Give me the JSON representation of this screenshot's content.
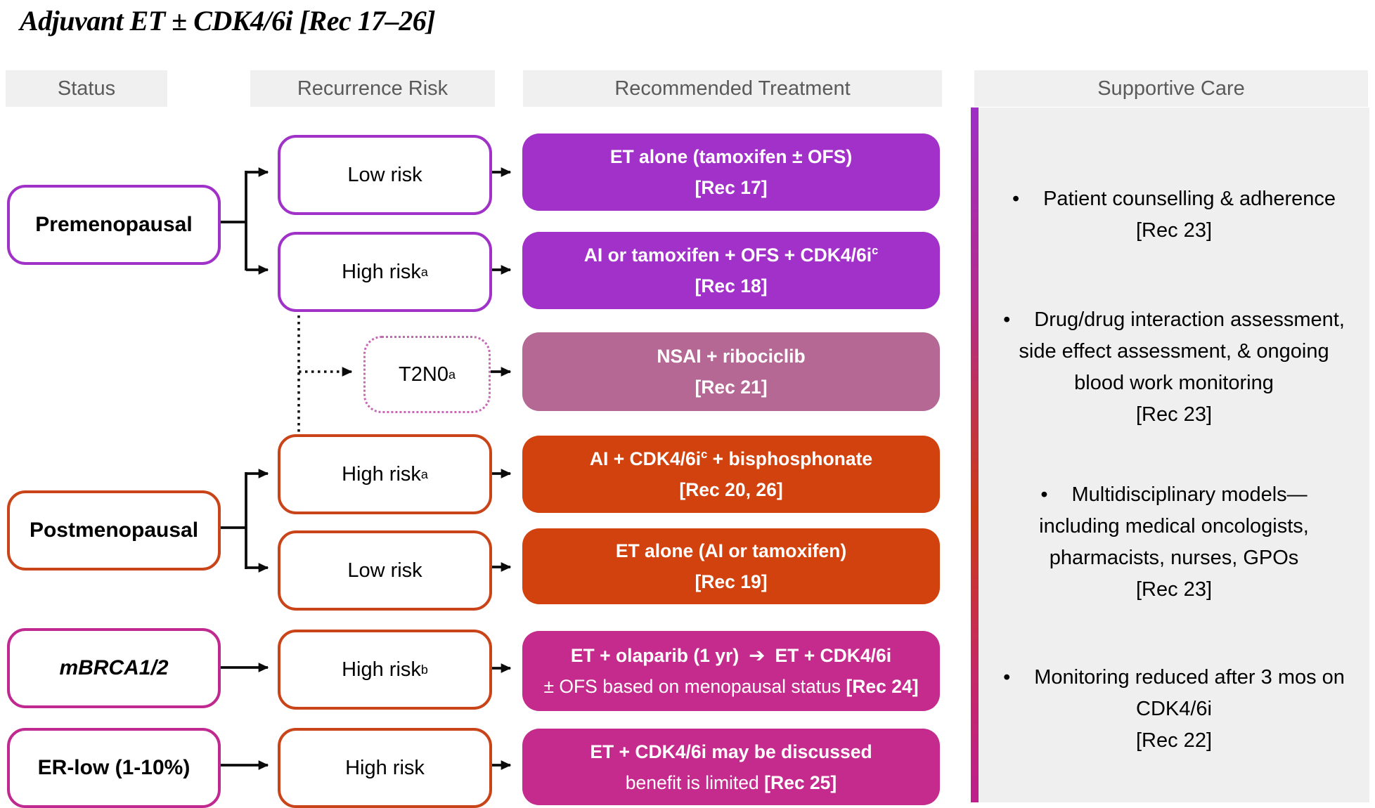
{
  "title": "Adjuvant ET ± CDK4/6i [Rec 17–26]",
  "columns": [
    {
      "label": "Status"
    },
    {
      "label": "Recurrence Risk"
    },
    {
      "label": "Recommended Treatment"
    },
    {
      "label": "Supportive Care"
    }
  ],
  "colors": {
    "purple": "#A231C9",
    "mauve": "#B56894",
    "vermillion": "#D2420E",
    "magenta": "#C52B8C",
    "purple_border": "#A032C8",
    "orange_border": "#C94418",
    "magenta_border": "#C02A90",
    "t2n0_border": "#C767B5",
    "header_bg": "#F0F0F0",
    "header_text": "#5A5A5A",
    "connector": "#0B0B0B"
  },
  "status_boxes": [
    {
      "label": "Premenopausal",
      "border": "#A032C8"
    },
    {
      "label": "Postmenopausal",
      "border": "#C94418"
    },
    {
      "label": "mBRCA1/2",
      "border": "#C02A90"
    },
    {
      "label": "ER-low (1-10%)",
      "border": "#C02A90"
    }
  ],
  "risk_boxes": [
    {
      "label": "Low risk",
      "sup": "",
      "border": "#A032C8"
    },
    {
      "label": "High risk",
      "sup": "a",
      "border": "#A032C8"
    },
    {
      "label": "T2N0",
      "sup": "a",
      "border": "#C767B5"
    },
    {
      "label": "High risk",
      "sup": "a",
      "border": "#C94418"
    },
    {
      "label": "Low risk",
      "sup": "",
      "border": "#C94418"
    },
    {
      "label": "High risk",
      "sup": "b",
      "border": "#C94418"
    },
    {
      "label": "High risk",
      "sup": "",
      "border": "#C94418"
    }
  ],
  "treatment_boxes": [
    {
      "bg": "#A231C9",
      "lines": [
        [
          {
            "t": "ET alone (tamoxifen ± OFS)",
            "b": true
          }
        ],
        [
          {
            "t": "[Rec 17]",
            "b": true
          }
        ]
      ]
    },
    {
      "bg": "#A231C9",
      "lines": [
        [
          {
            "t": "AI or tamoxifen + OFS + CDK4/6i",
            "b": true
          },
          {
            "t": "c",
            "b": true,
            "sup": true
          }
        ],
        [
          {
            "t": "[Rec 18]",
            "b": true
          }
        ]
      ]
    },
    {
      "bg": "#B56894",
      "lines": [
        [
          {
            "t": "NSAI + ribociclib",
            "b": true
          }
        ],
        [
          {
            "t": "[Rec 21]",
            "b": true
          }
        ]
      ]
    },
    {
      "bg": "#D2420E",
      "lines": [
        [
          {
            "t": "AI + CDK4/6i",
            "b": true
          },
          {
            "t": "c",
            "b": true,
            "sup": true
          },
          {
            "t": " + bisphosphonate",
            "b": true
          }
        ],
        [
          {
            "t": "[Rec 20, 26]",
            "b": true
          }
        ]
      ]
    },
    {
      "bg": "#D2420E",
      "lines": [
        [
          {
            "t": "ET alone (AI or tamoxifen)",
            "b": true
          }
        ],
        [
          {
            "t": "[Rec 19]",
            "b": true
          }
        ]
      ]
    },
    {
      "bg": "#C52B8C",
      "lines": [
        [
          {
            "t": "ET + olaparib (1 yr)",
            "b": true
          },
          {
            "t": "➔",
            "b": true,
            "arrow": true
          },
          {
            "t": "ET + CDK4/6i",
            "b": true
          }
        ],
        [
          {
            "t": "± OFS based on menopausal status ",
            "b": false
          },
          {
            "t": "[Rec 24]",
            "b": true
          }
        ]
      ]
    },
    {
      "bg": "#C52B8C",
      "lines": [
        [
          {
            "t": "ET + CDK4/6i may be discussed",
            "b": true
          }
        ],
        [
          {
            "t": "benefit is limited ",
            "b": false
          },
          {
            "t": "[Rec 25]",
            "b": true
          }
        ]
      ]
    }
  ],
  "supportive": {
    "bar_gradient": [
      "#9E2EC6",
      "#B32B8C",
      "#CC3A12",
      "#C52768",
      "#BE1F8C"
    ],
    "bullet_glyph": "•",
    "bullets": [
      {
        "lines": [
          "Patient counselling & adherence",
          "[Rec 23]"
        ]
      },
      {
        "lines": [
          "Drug/drug interaction assessment,",
          "side effect assessment, & ongoing",
          "blood work monitoring",
          "[Rec 23]"
        ]
      },
      {
        "lines": [
          "Multidisciplinary models—",
          "including medical oncologists,",
          "pharmacists, nurses, GPOs",
          "[Rec 23]"
        ]
      },
      {
        "lines": [
          "Monitoring reduced after 3 mos on",
          "CDK4/6i",
          "[Rec 22]"
        ]
      }
    ]
  }
}
